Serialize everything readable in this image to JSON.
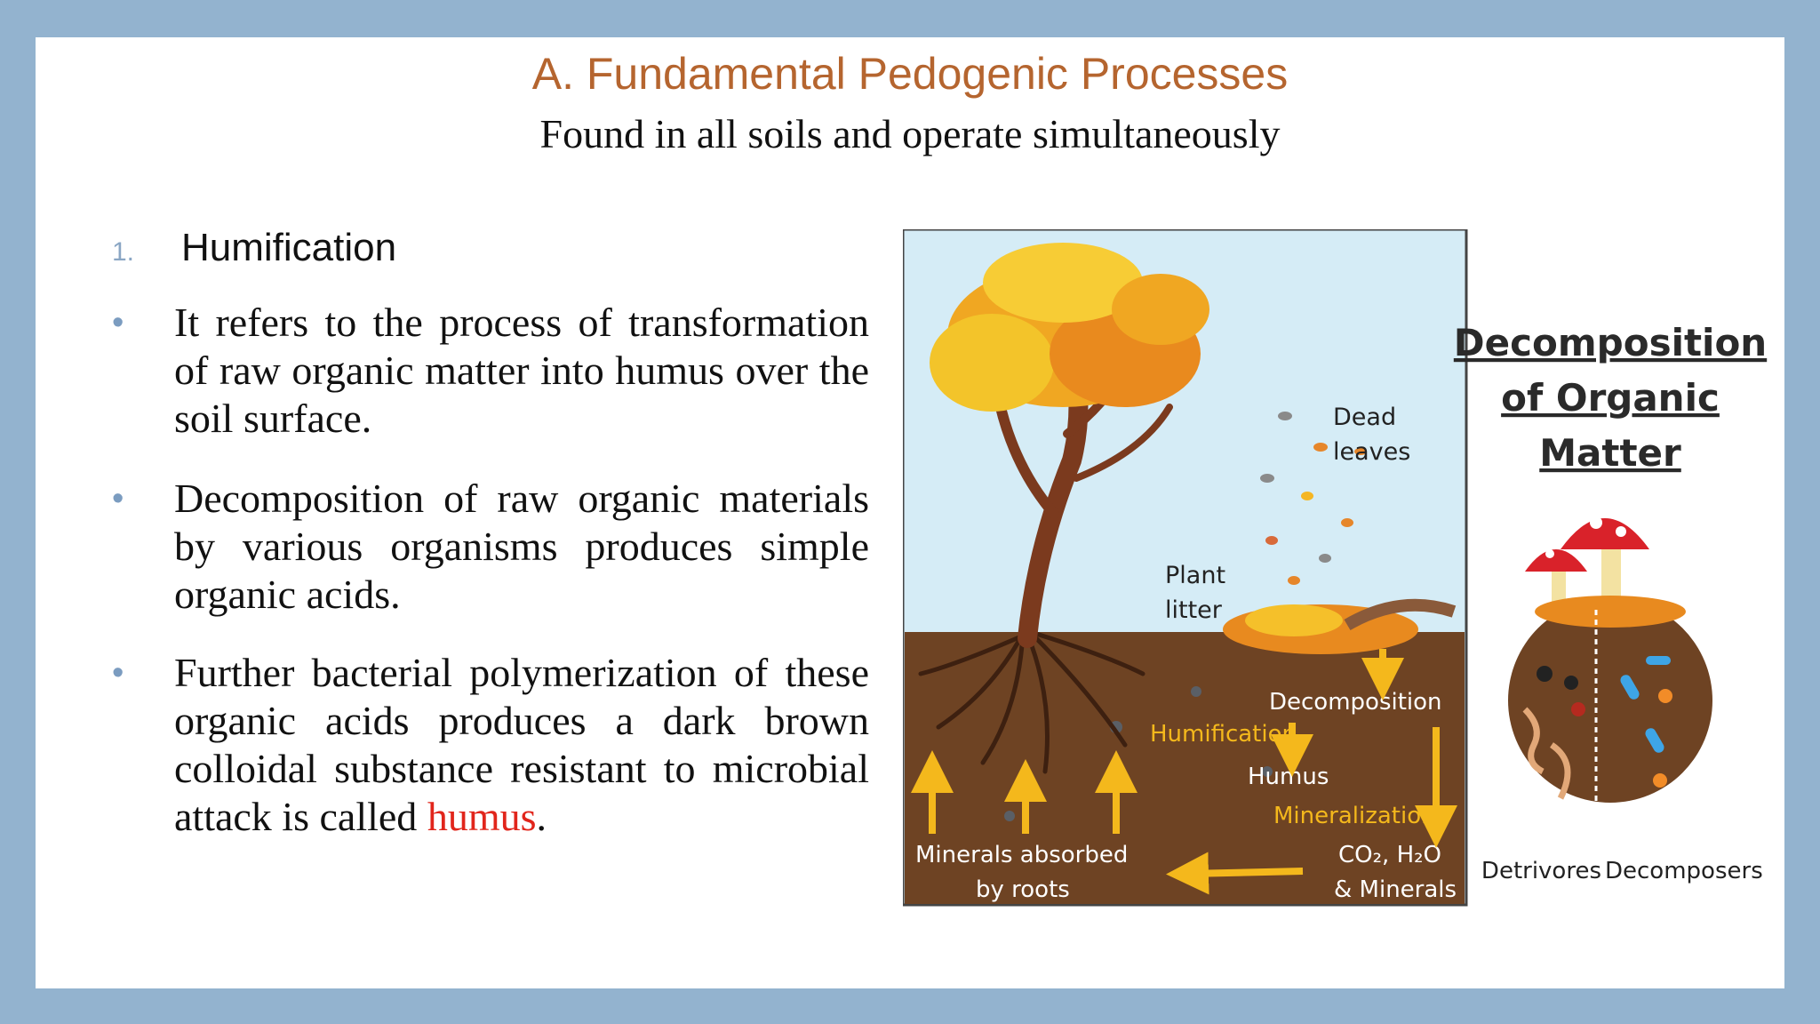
{
  "slide": {
    "title": "A. Fundamental Pedogenic Processes",
    "subtitle": "Found in all soils and operate simultaneously",
    "numbered_item": {
      "number": "1.",
      "label": "Humification"
    },
    "bullets": [
      {
        "text": "It refers to the process of transformation of raw organic matter into humus over the soil surface."
      },
      {
        "text": "Decomposition of raw organic materials by various organisms produces simple organic acids."
      },
      {
        "text_before": "Further bacterial polymerization of these organic acids produces a dark brown colloidal substance resistant to microbial attack is called ",
        "highlight": "humus",
        "text_after": "."
      }
    ]
  },
  "figure": {
    "heading": [
      "Decomposition",
      "of Organic",
      "Matter"
    ],
    "labels": {
      "dead_leaves": [
        "Dead",
        "leaves"
      ],
      "plant_litter": [
        "Plant",
        "litter"
      ],
      "decomposition": "Decomposition",
      "humification": "Humification",
      "humus": "Humus",
      "mineralization": "Mineralization",
      "minerals_absorbed": [
        "Minerals absorbed",
        "by roots"
      ],
      "co2_h2o": "CO₂, H₂O",
      "and_minerals": "& Minerals",
      "detrivores": "Detrivores",
      "decomposers": "Decomposers"
    },
    "colors": {
      "sky": "#d5ecf6",
      "soil": "#6e4323",
      "arrow": "#f4b81c",
      "trunk": "#7b3a1e",
      "mushroom": "#d9222a"
    }
  }
}
